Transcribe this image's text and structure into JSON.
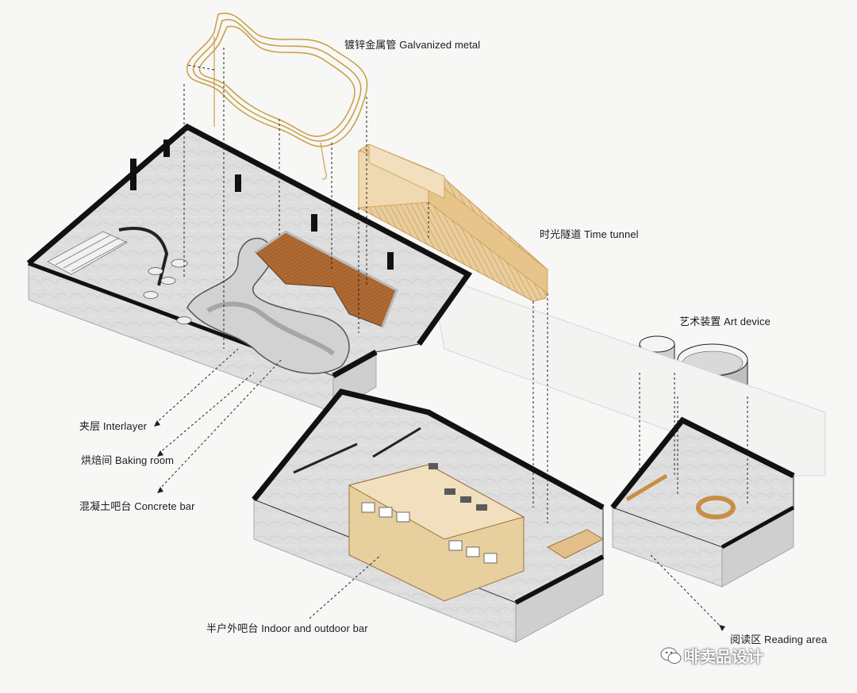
{
  "labels": {
    "galvanized_metal": "镀锌金属管 Galvanized metal",
    "time_tunnel": "时光隧道 Time tunnel",
    "art_device": "艺术装置 Art device",
    "interlayer": "夹层 Interlayer",
    "baking_room": "烘焙间 Baking room",
    "concrete_bar": "混凝土吧台 Concrete bar",
    "indoor_outdoor_bar": "半户外吧台 Indoor and outdoor bar",
    "reading_area": "阅读区 Reading area"
  },
  "watermark": {
    "text": "啡卖品设计",
    "icon": "wechat-icon"
  },
  "colors": {
    "wall": "#111111",
    "floor": "#dcdcdc",
    "side": "#c9c9c9",
    "wood": "#b5703c",
    "timber": "#e2c089",
    "metal": "#c9a24a"
  }
}
